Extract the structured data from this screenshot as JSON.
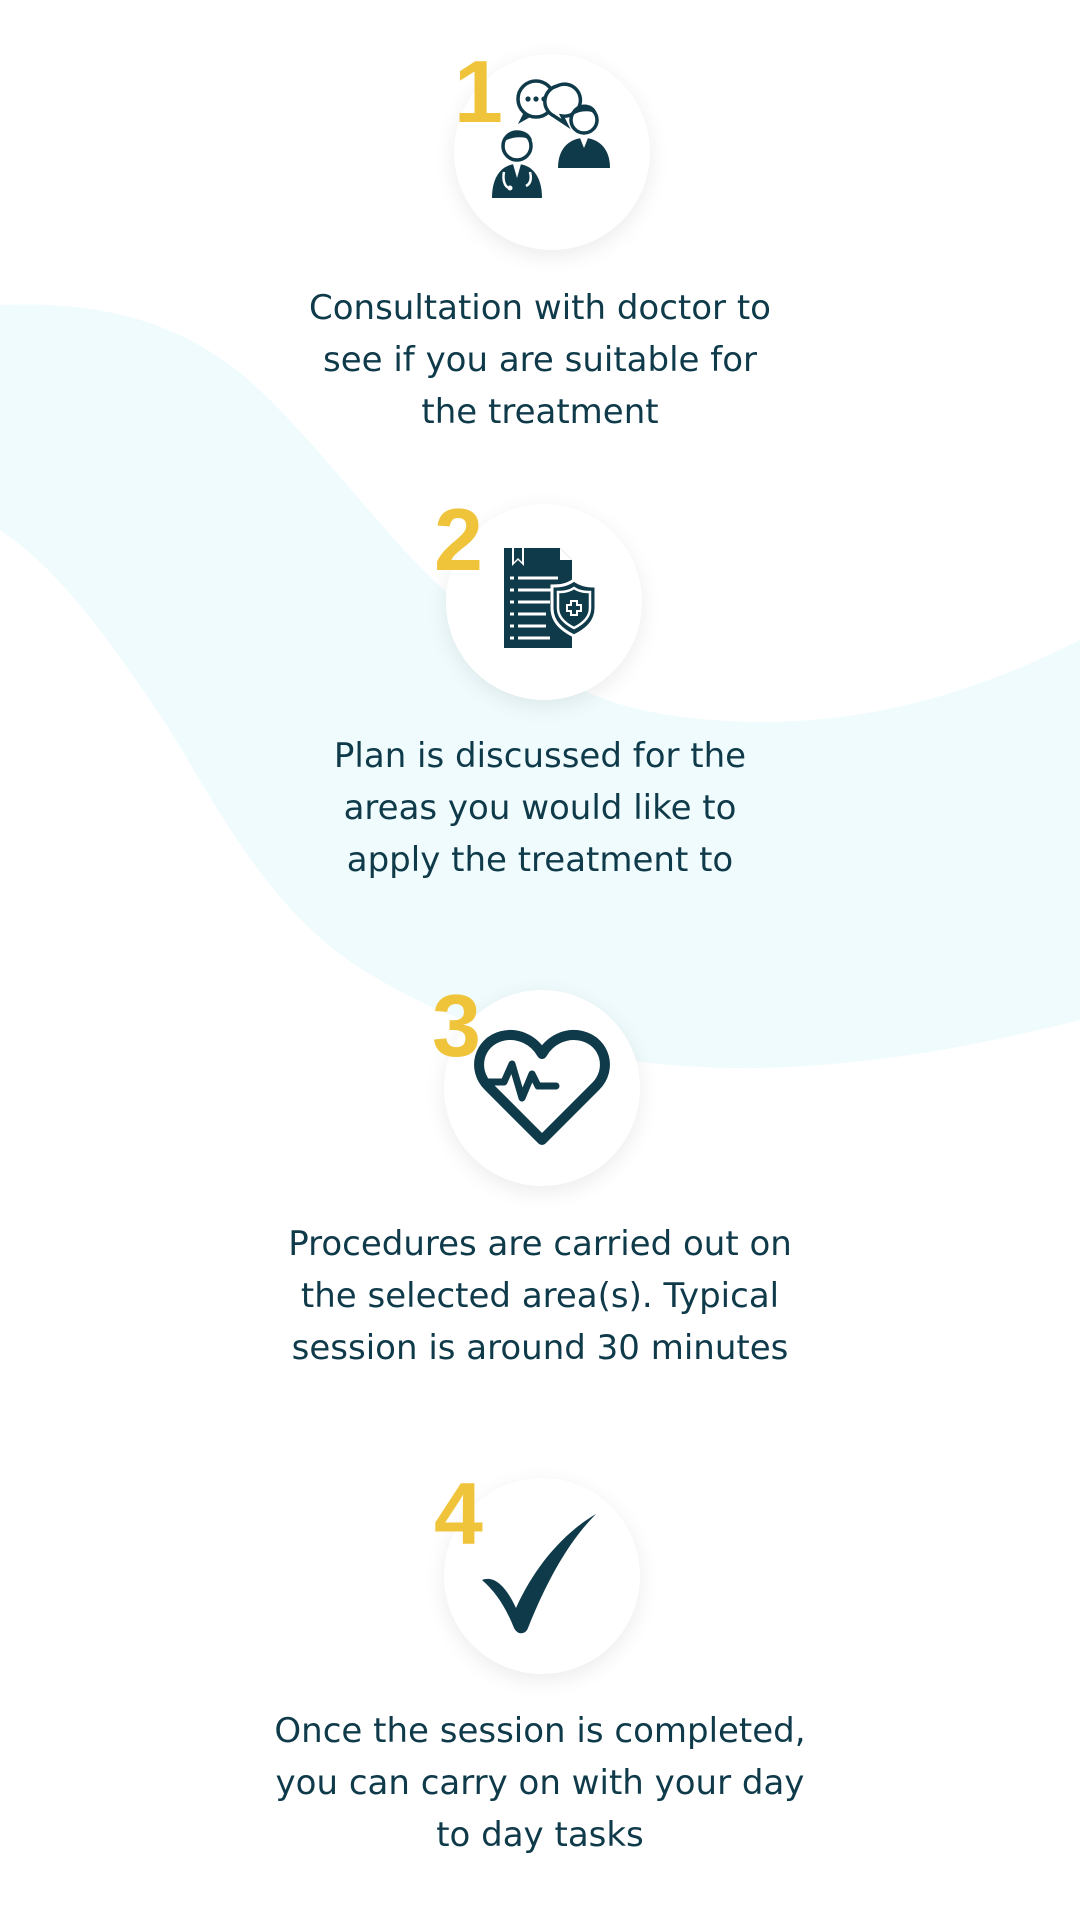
{
  "theme": {
    "accent_number": "#f0c43a",
    "icon_color": "#0f3a4a",
    "text_color": "#0f3a4a",
    "wave_color": "#effbfc",
    "background": "#ffffff"
  },
  "steps": [
    {
      "number": "1",
      "icon": "doctor-consultation-icon",
      "line1": "Consultation with doctor to",
      "line2": "see if you are suitable for",
      "line3": "the treatment"
    },
    {
      "number": "2",
      "icon": "medical-plan-document-icon",
      "line1": "Plan is discussed for the",
      "line2": "areas you would like to",
      "line3": "apply the treatment to"
    },
    {
      "number": "3",
      "icon": "heartbeat-icon",
      "line1": "Procedures are carried out on",
      "line2": "the selected area(s). Typical",
      "line3": "session is around 30 minutes"
    },
    {
      "number": "4",
      "icon": "checkmark-icon",
      "line1": "Once the session is completed,",
      "line2": "you can carry on with your day",
      "line3": "to day tasks"
    }
  ]
}
